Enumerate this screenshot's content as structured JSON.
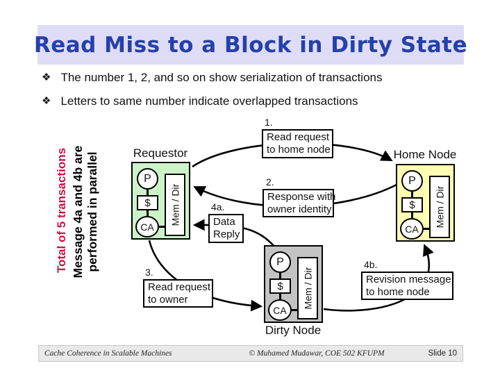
{
  "colors": {
    "title-bg": "#dedcf6",
    "title-text": "#2440aa",
    "note-red": "#cc1144",
    "requestor-fill": "#ccf3c8",
    "home-fill": "#ffffb3",
    "dirty-fill": "#c3c3c3",
    "footer-bg": "#e9e9e9"
  },
  "title": "Read Miss to a Block in Dirty State",
  "bullets": [
    {
      "marker": "❖",
      "text": "The number 1, 2, and so on show serialization of transactions"
    },
    {
      "marker": "❖",
      "text": "Letters to same number indicate overlapped transactions"
    }
  ],
  "side_notes": {
    "total": "Total of 5 transactions",
    "parallel_line1": "Message 4a and 4b are",
    "parallel_line2": "performed in parallel"
  },
  "diagram": {
    "nodes": [
      {
        "label": "Requestor",
        "processor": "P",
        "cache": "$",
        "assist": "CA",
        "memory": "Mem / Dir"
      },
      {
        "label": "Home Node",
        "processor": "P",
        "cache": "$",
        "assist": "CA",
        "memory": "Mem / Dir"
      },
      {
        "label": "Dirty Node",
        "processor": "P",
        "cache": "$",
        "assist": "CA",
        "memory": "Mem / Dir"
      }
    ],
    "messages": [
      {
        "num": "1.",
        "line1": "Read request",
        "line2": "to home node"
      },
      {
        "num": "2.",
        "line1": "Response with",
        "line2": "owner identity"
      },
      {
        "num": "3.",
        "line1": "Read request",
        "line2": "to owner"
      },
      {
        "num": "4a.",
        "line1": "Data",
        "line2": "Reply"
      },
      {
        "num": "4b.",
        "line1": "Revision message",
        "line2": "to home node"
      }
    ]
  },
  "footer": {
    "left": "Cache Coherence in Scalable Machines",
    "center": "© Muhamed Mudawar, COE 502 KFUPM",
    "right": "Slide 10"
  }
}
